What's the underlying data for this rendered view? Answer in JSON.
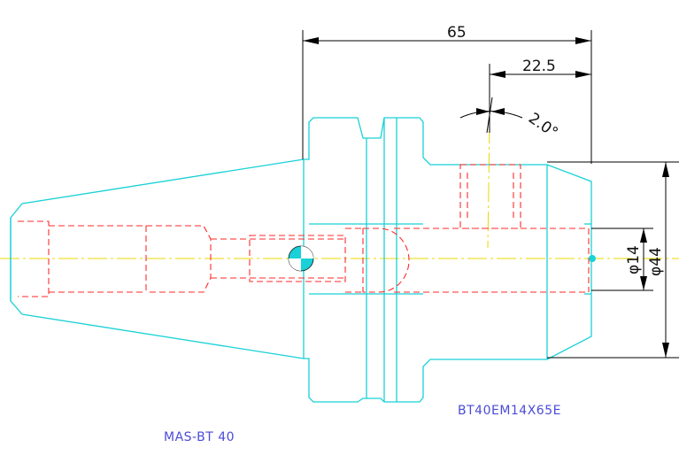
{
  "dimensions": {
    "overall_length": "65",
    "bore_depth": "22.5",
    "angle": "2.0°",
    "bore_diameter": "φ14",
    "outer_diameter": "φ44"
  },
  "labels": {
    "part_code": "BT40EM14X65E",
    "standard": "MAS-BT 40"
  },
  "colors": {
    "outline": "#19d1d6",
    "hidden": "#ff2a2a",
    "centerline": "#e8d800",
    "dimension": "#000000",
    "label": "#4b4bd9"
  }
}
